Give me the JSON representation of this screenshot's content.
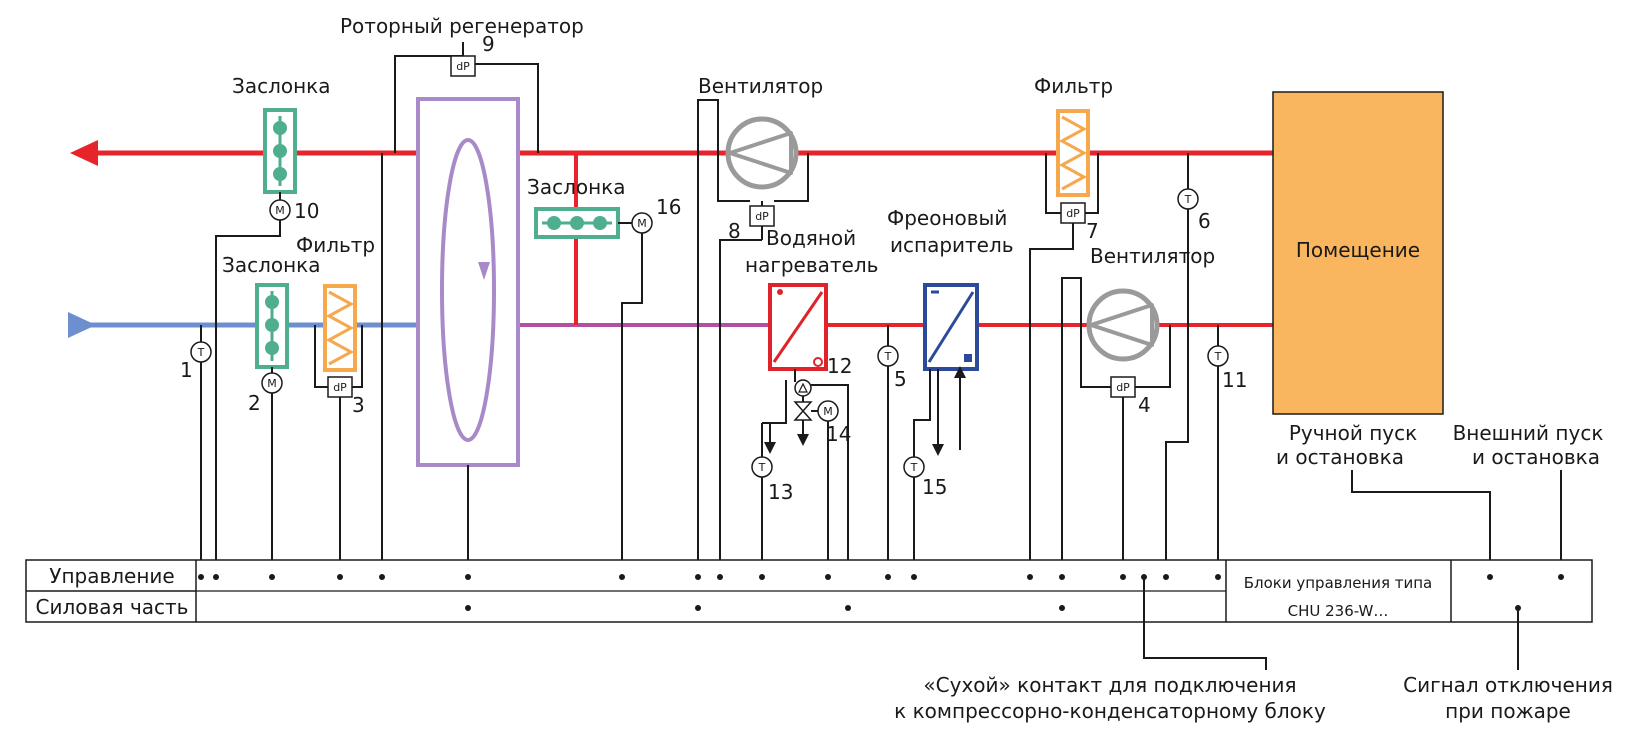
{
  "labels": {
    "rotor": "Роторный регенератор",
    "damper_exhaust": "Заслонка",
    "damper_recirc": "Заслонка",
    "damper_supply": "Заслонка",
    "filter_supply": "Фильтр",
    "filter_exhaust": "Фильтр",
    "fan_exhaust": "Вентилятор",
    "fan_supply": "Вентилятор",
    "water_heater_1": "Водяной",
    "water_heater_2": "нагреватель",
    "evaporator_1": "Фреоновый",
    "evaporator_2": "испаритель",
    "room": "Помещение",
    "manual_1": "Ручной пуск",
    "manual_2": "и остановка",
    "external_1": "Внешний пуск",
    "external_2": "и остановка",
    "control_row": "Управление",
    "power_row": "Силовая часть",
    "ctrl_block_1": "Блоки управления типа",
    "ctrl_block_2": "CHU 236-W…",
    "dry_contact_1": "«Сухой» контакт для подключения",
    "dry_contact_2": "к компрессорно-конденсаторному блоку",
    "fire_1": "Сигнал отключения",
    "fire_2": "при пожаре"
  },
  "numbers": {
    "n1": "1",
    "n2": "2",
    "n3": "3",
    "n4": "4",
    "n5": "5",
    "n6": "6",
    "n7": "7",
    "n8": "8",
    "n9": "9",
    "n10": "10",
    "n11": "11",
    "n12": "12",
    "n13": "13",
    "n14": "14",
    "n15": "15",
    "n16": "16"
  },
  "symbols": {
    "temp": "T",
    "motor": "M",
    "dp": "dP"
  },
  "colors": {
    "exhaust_air": "#e8242b",
    "outdoor_air": "#6d8fd0",
    "mixed_air": "#b24fa3",
    "supply_air": "#e8242b",
    "damper": "#4fae8f",
    "filter": "#f6a84c",
    "rotor": "#a98ac9",
    "fan": "#9a9a9a",
    "water_heater": "#e0232a",
    "evaporator": "#2d4a9a",
    "room": "#f9b65f"
  }
}
